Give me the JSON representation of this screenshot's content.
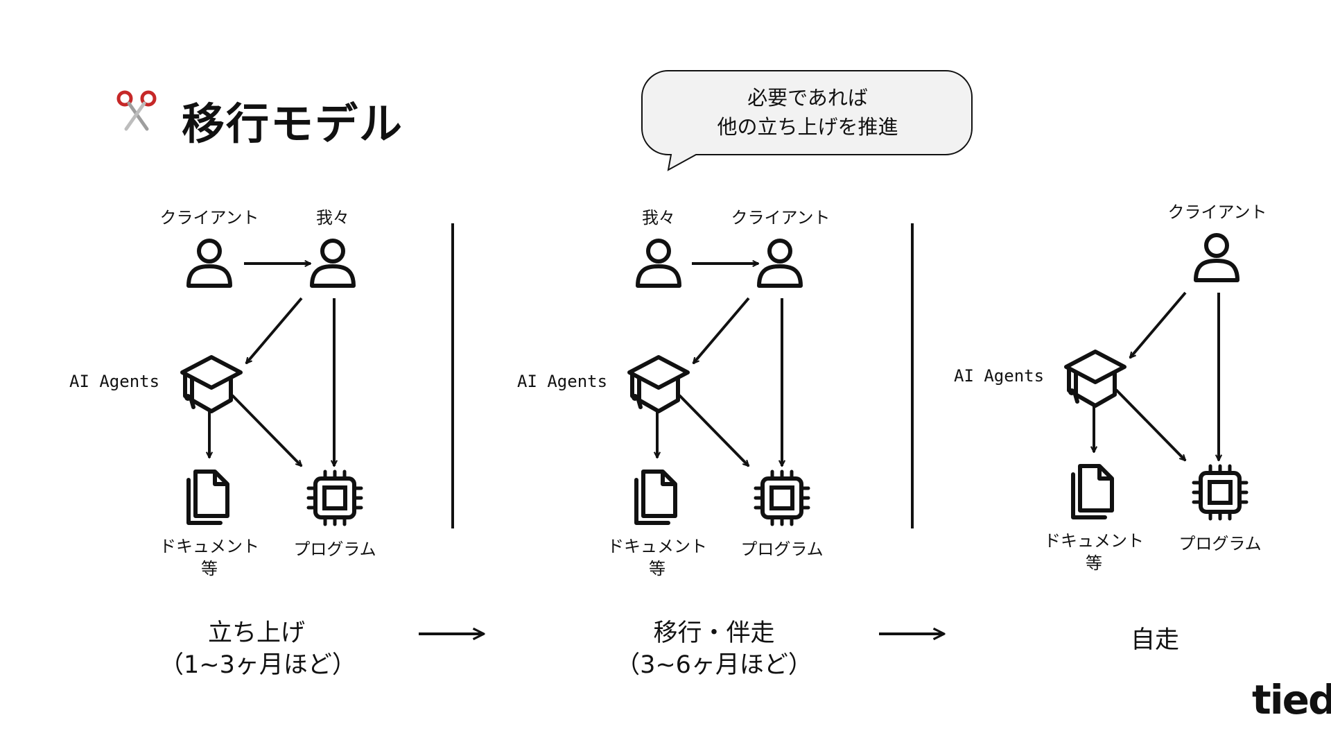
{
  "title": "移行モデル",
  "title_icon": "scissors-icon",
  "bubble": {
    "line1": "必要であれば",
    "line2": "他の立ち上げを推進"
  },
  "panels": [
    {
      "person_a": "クライアント",
      "person_b": "我々",
      "agents": "AI Agents",
      "documents_line1": "ドキュメント",
      "documents_line2": "等",
      "program": "プログラム",
      "stage_line1": "立ち上げ",
      "stage_line2": "（1~3ヶ月ほど）"
    },
    {
      "person_a": "我々",
      "person_b": "クライアント",
      "agents": "AI Agents",
      "documents_line1": "ドキュメント",
      "documents_line2": "等",
      "program": "プログラム",
      "stage_line1": "移行・伴走",
      "stage_line2": "（3~6ヶ月ほど）"
    },
    {
      "person_b": "クライアント",
      "agents": "AI Agents",
      "documents_line1": "ドキュメント",
      "documents_line2": "等",
      "program": "プログラム",
      "stage_line1": "自走"
    }
  ],
  "logo": "tied",
  "icons": {
    "person": "person-icon",
    "agents": "graduation-cap-icon",
    "documents": "documents-icon",
    "program": "cpu-chip-icon",
    "flow_arrow": "arrow-right-icon"
  }
}
